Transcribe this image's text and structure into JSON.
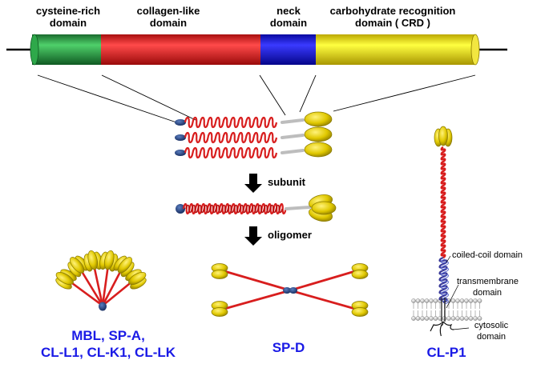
{
  "domains": {
    "cysteine_rich": [
      "cysteine-rich",
      "domain"
    ],
    "collagen_like": [
      "collagen-like",
      "domain"
    ],
    "neck": [
      "neck",
      "domain"
    ],
    "crd": [
      "carbohydrate recognition",
      "domain ( CRD )"
    ]
  },
  "steps": {
    "subunit": "subunit",
    "oligomer": "oligomer"
  },
  "families": {
    "mbl": [
      "MBL, SP-A,",
      "CL-L1, CL-K1, CL-LK"
    ],
    "spd": "SP-D",
    "clp1": "CL-P1"
  },
  "clp1_annotations": {
    "coiled_coil": "coiled-coil domain",
    "transmembrane": [
      "transmembrane",
      "domain"
    ],
    "cytosolic": [
      "cytosolic",
      "domain"
    ]
  },
  "colors": {
    "cysteine_rich": "#1f8f3a",
    "collagen": "#d81e1e",
    "neck": "#1a1ae6",
    "crd": "#e6d400",
    "crd_stroke": "#8a7a00",
    "cys_knob": "#1e3f7a",
    "label_blue": "#1a1ae6"
  }
}
